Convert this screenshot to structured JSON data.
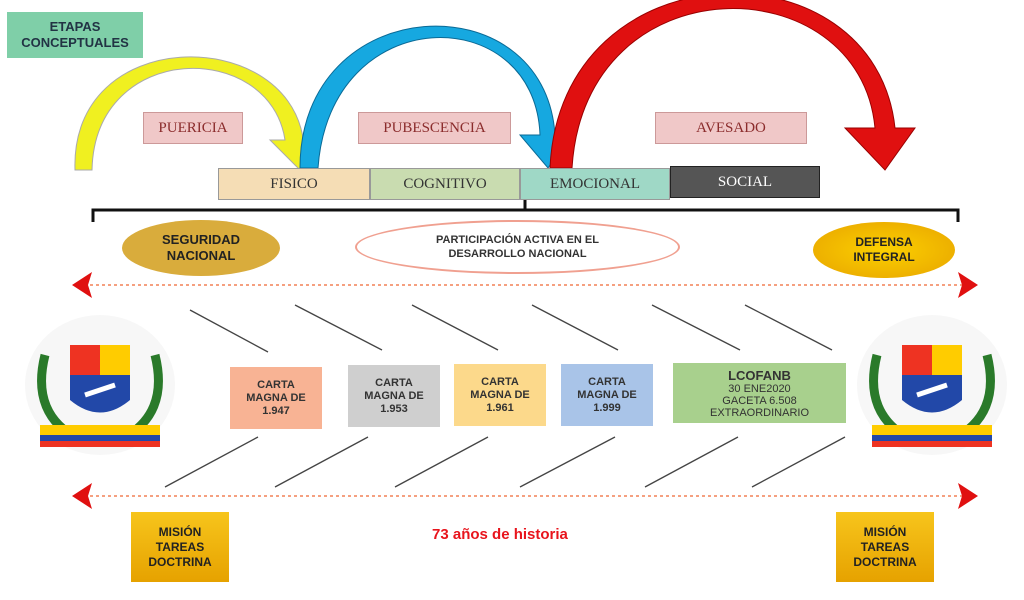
{
  "title": "ETAPAS CONCEPTUALES",
  "phases": [
    "PUERICIA",
    "PUBESCENCIA",
    "AVESADO"
  ],
  "stages": [
    "FISICO",
    "COGNITIVO",
    "EMOCIONAL",
    "SOCIAL"
  ],
  "ovals": {
    "left": "SEGURIDAD NACIONAL",
    "center": "PARTICIPACIÓN ACTIVA EN EL DESARROLLO NACIONAL",
    "right": "DEFENSA INTEGRAL"
  },
  "cartas": [
    {
      "l1": "CARTA",
      "l2": "MAGNA DE",
      "l3": "1.947",
      "color": "#f8b394"
    },
    {
      "l1": "CARTA",
      "l2": "MAGNA DE",
      "l3": "1.953",
      "color": "#cfcfcf"
    },
    {
      "l1": "CARTA",
      "l2": "MAGNA DE",
      "l3": "1.961",
      "color": "#fcd98b"
    },
    {
      "l1": "CARTA",
      "l2": "MAGNA DE",
      "l3": "1.999",
      "color": "#a9c4e8"
    }
  ],
  "lcofanb": {
    "title": "LCOFANB",
    "l1": "30 ENE2020",
    "l2": "GACETA  6.508",
    "l3": "EXTRAORDINARIO"
  },
  "mision": "MISIÓN TAREAS DOCTRINA",
  "history": "73 años de historia"
}
